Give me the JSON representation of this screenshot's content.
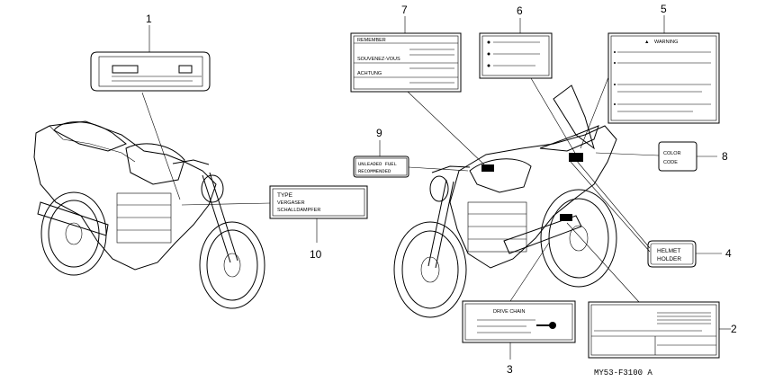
{
  "callouts": {
    "c1": "1",
    "c2": "2",
    "c3": "3",
    "c4": "4",
    "c5": "5",
    "c6": "6",
    "c7": "7",
    "c8": "8",
    "c9": "9",
    "c10": "10"
  },
  "labels": {
    "type_label": {
      "line1": "TYPE",
      "line2": "VERGASER",
      "line3": "SCHALLDAMPFER"
    },
    "fuel_label": {
      "line1": "UNLEADED FUEL",
      "line2": "RECOMMENDED"
    },
    "caution_label": {
      "row1": "REMEMBER",
      "row2": "SOUVENEZ-VOUS",
      "row3": "ACHTUNG"
    },
    "warning_label": {
      "title": "WARNING"
    },
    "color_label": {
      "line1": "COLOR",
      "line2": "CODE"
    },
    "helmet_label": {
      "line1": "HELMET",
      "line2": "HOLDER"
    },
    "chain_label": {
      "title": "DRIVE CHAIN"
    }
  },
  "diagram_code": "MY53-F3100 A"
}
